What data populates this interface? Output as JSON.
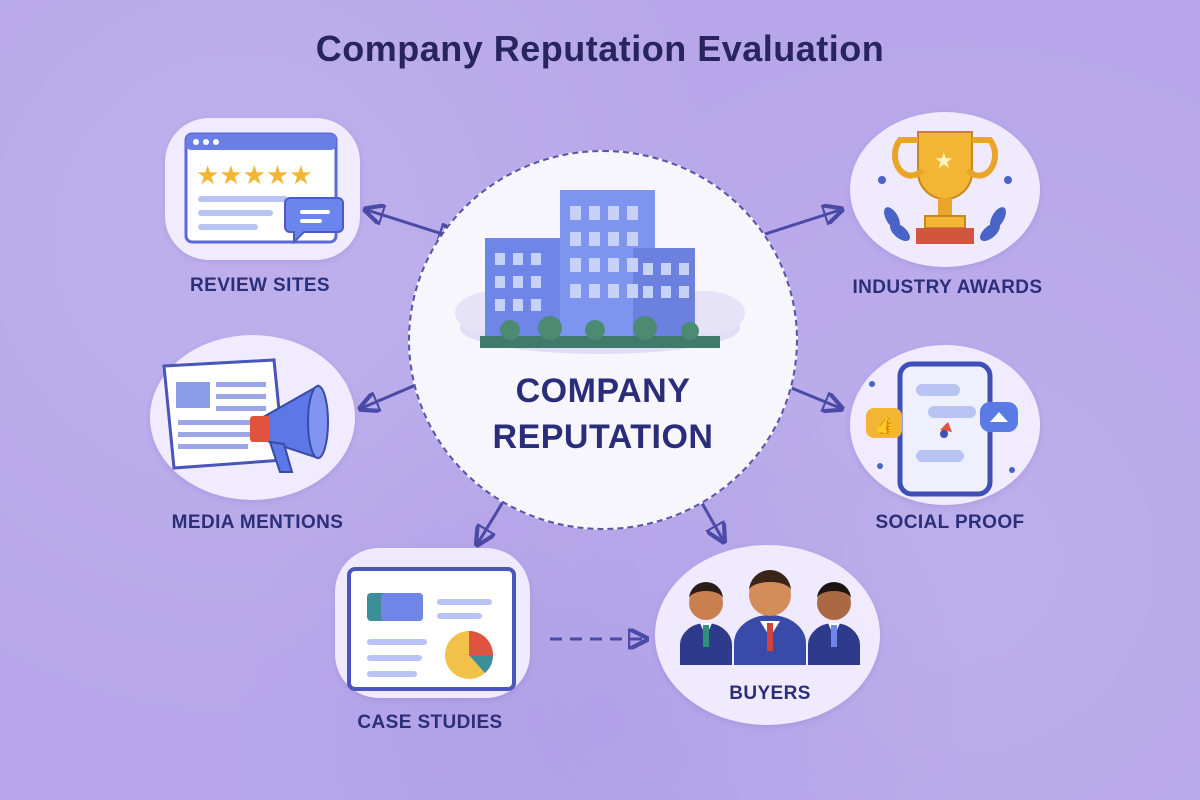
{
  "title": "Company Reputation Evaluation",
  "center": {
    "line1": "COMPANY",
    "line2": "REPUTATION",
    "icon": "office-buildings-icon"
  },
  "nodes": {
    "review_sites": {
      "label": "REVIEW SITES",
      "icon": "review-stars-window-icon"
    },
    "media_mentions": {
      "label": "MEDIA MENTIONS",
      "icon": "newspaper-megaphone-icon"
    },
    "case_studies": {
      "label": "CASE STUDIES",
      "icon": "report-chart-icon"
    },
    "industry_awards": {
      "label": "INDUSTRY AWARDS",
      "icon": "trophy-icon"
    },
    "social_proof": {
      "label": "SOCIAL PROOF",
      "icon": "phone-social-icon"
    },
    "buyers": {
      "label": "BUYERS",
      "icon": "buyers-group-icon"
    }
  },
  "colors": {
    "background": "#b7a7ea",
    "text": "#2c2f78",
    "arrow": "#4b4aa6",
    "accent_blue": "#6f86e8",
    "gold": "#f2b534"
  }
}
